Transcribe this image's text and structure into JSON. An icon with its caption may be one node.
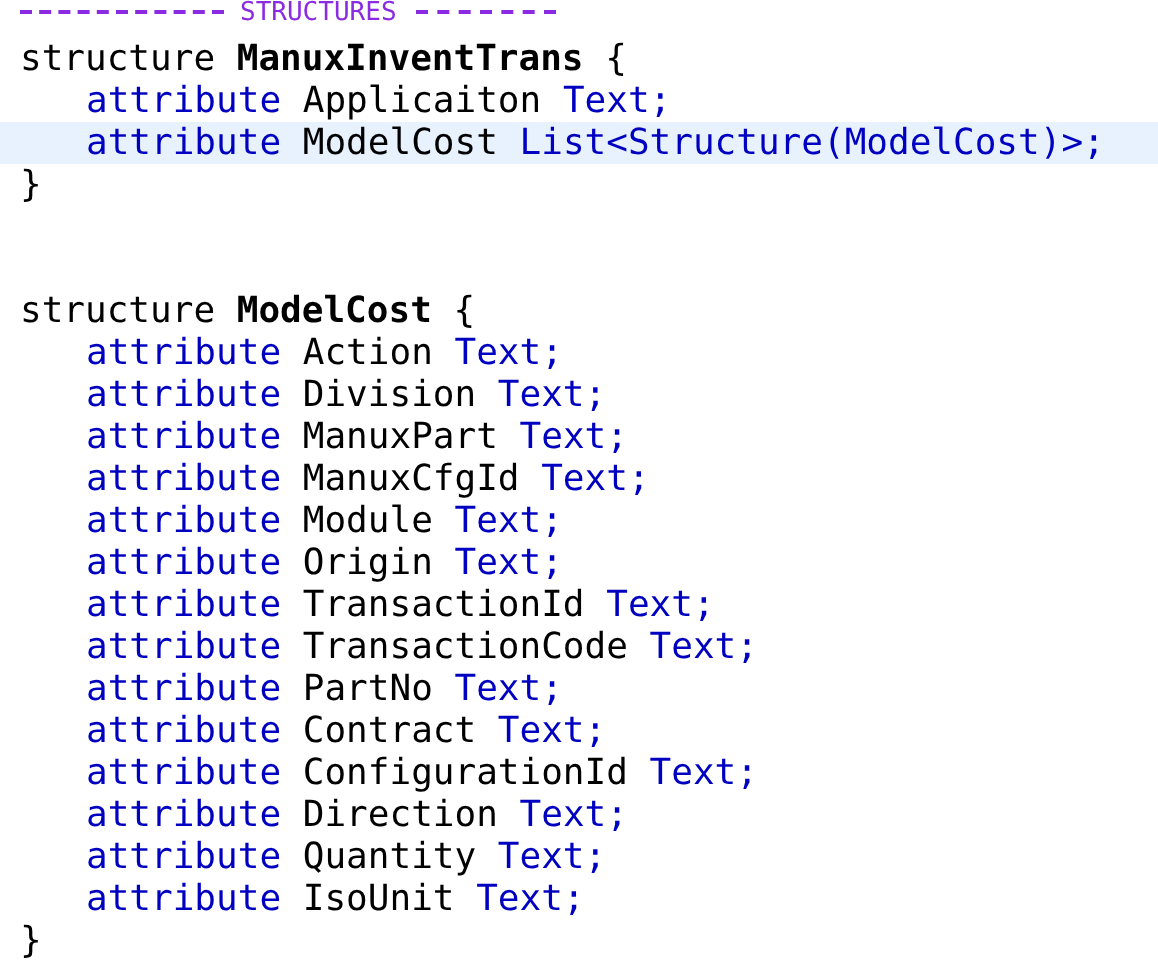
{
  "diagram": {
    "labels": [
      "STRUCTURES",
      "structure **ManuxInventTrans** {",
      "attribute Applicaiton Text;",
      "attribute ModelCost List<Structure(ModelCost)>;",
      "}",
      "structure **ModelCost** {",
      "attribute Action Text;",
      "attribute Division Text;",
      "attribute ManuxPart Text;",
      "attribute ManuxCfgId Text;",
      "attribute Module Text;",
      "attribute Origin Text;",
      "attribute TransactionId Text;",
      "attribute TransactionCode Text;",
      "attribute PartNo Text;",
      "attribute Contract Text;",
      "attribute ConfigurationId Text;",
      "attribute Direction Text;",
      "attribute Quantity Text;",
      "attribute IsoUnit Text;",
      "}"
    ]
  }
}
